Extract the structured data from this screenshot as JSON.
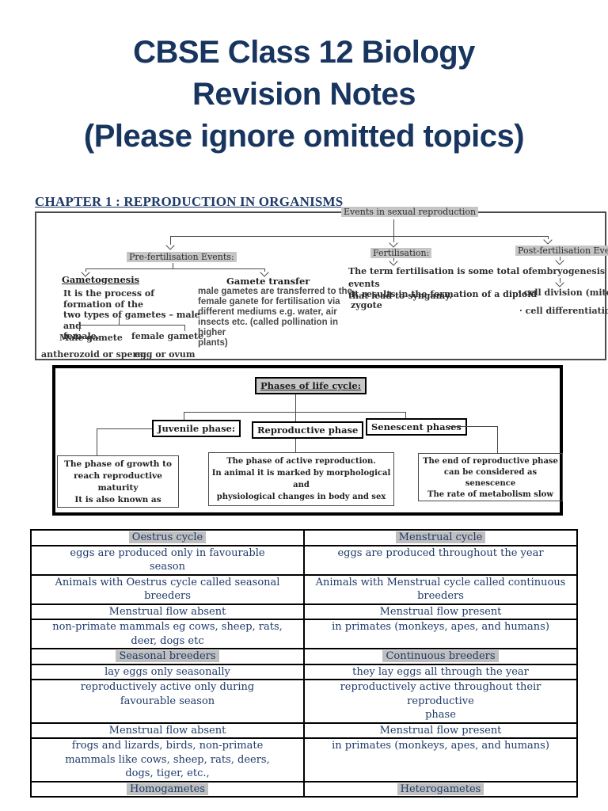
{
  "header": {
    "title_line1": "CBSE Class 12 Biology",
    "title_line2": "Revision Notes",
    "title_line3": "(Please ignore omitted topics)",
    "chapter_heading": "CHAPTER 1 : REPRODUCTION IN ORGANISMS"
  },
  "flowchart1": {
    "root_label": "Events in sexual reproduction",
    "pre_label": "Pre-fertilisation Events:",
    "gametogenesis_title": "Gametogenesis",
    "gametogenesis_desc": "It is the process of formation of the\ntwo types of gametes – male and\nfemale.",
    "male_gamete": "Male gamete",
    "female_gamete": "female gamete",
    "male_cell": "antherozoid or sperm .",
    "female_cell": "egg or ovum",
    "transfer_title": "Gamete transfer",
    "transfer_desc": "male gametes are transferred to the\nfemale ganete for fertilisation via\ndifferent mediums e.g. water, air\ninsects etc. (called pollination in higher\nplants)",
    "fert_label": "Fertilisation:",
    "fert_desc": "The term fertilisation is some total of events\nthat lead to syngamy.",
    "fert_result": "It results in the formation of a diploid zygote",
    "post_label": "Post-fertilisation Events:",
    "post_step": "embryogenesis",
    "post_item1": "·  cell division (mitosis)",
    "post_item2": "·  cell differentiation"
  },
  "flowchart2": {
    "root_label": "Phases of life cycle:",
    "juvenile_label": "Juvenile phase:",
    "juvenile_desc": "The phase of growth to\nreach reproductive maturity\nIt is also known as vegetative\nphase in plants.",
    "reproductive_label": "Reproductive phase",
    "reproductive_desc": "The phase of active reproduction.\nIn animal it is marked by morphological and\nphysiological changes in body and sex organs.\nin the higher plants it is marked by flowering",
    "senescent_label": "Senescent phases",
    "senescent_desc": "The end of reproductive phase\ncan be considered as senescence\nThe rate of metabolism slow down\nthat ultimately leads to death."
  },
  "compare_table": {
    "rows": [
      {
        "left": "Oestrus cycle",
        "right": "Menstrual cycle",
        "highlight": true
      },
      {
        "left": "eggs are produced only in favourable\nseason",
        "right": "eggs are produced throughout the year",
        "highlight": false
      },
      {
        "left": "Animals with Oestrus cycle called seasonal\nbreeders",
        "right": "Animals with Menstrual cycle called continuous\nbreeders",
        "highlight": false
      },
      {
        "left": "Menstrual flow absent",
        "right": "Menstrual flow present",
        "highlight": false
      },
      {
        "left": "non-primate mammals eg cows, sheep, rats,\ndeer, dogs etc",
        "right": "in primates (monkeys, apes, and humans)",
        "highlight": false
      },
      {
        "left": "Seasonal breeders",
        "right": "Continuous breeders",
        "highlight": true
      },
      {
        "left": "lay eggs only seasonally",
        "right": "they lay eggs all through the year",
        "highlight": false
      },
      {
        "left": "reproductively active only during\nfavourable season",
        "right": "reproductively active throughout their reproductive\nphase",
        "highlight": false
      },
      {
        "left": "Menstrual flow absent",
        "right": "Menstrual flow present",
        "highlight": false
      },
      {
        "left": "frogs and lizards, birds, non-primate\nmammals like cows, sheep, rats, deers,\ndogs, tiger, etc.,",
        "right": "in primates (monkeys, apes, and humans)",
        "highlight": false
      },
      {
        "left": "Homogametes",
        "right": "Heterogametes",
        "highlight": true
      }
    ]
  },
  "colors": {
    "title_navy": "#17355e",
    "table_text_navy": "#1f3a68",
    "highlight_gray": "#c6c6c6"
  }
}
